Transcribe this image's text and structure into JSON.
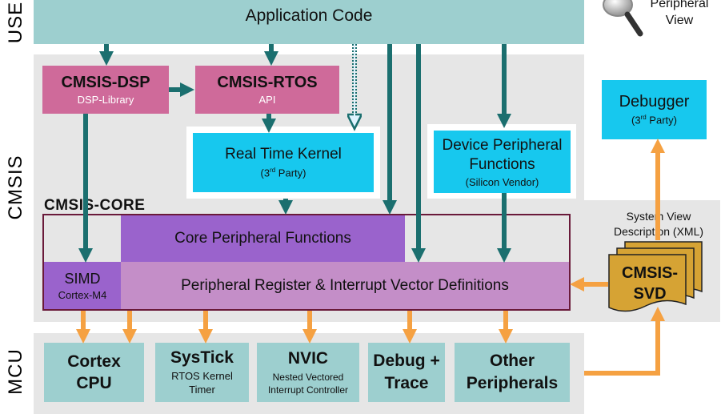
{
  "layers": {
    "use": "USE",
    "cmsis": "CMSIS",
    "mcu": "MCU"
  },
  "app_code": "Application Code",
  "peripheral_view": "Peripheral\nView",
  "cmsis_dsp": {
    "title": "CMSIS-DSP",
    "sub": "DSP-Library"
  },
  "cmsis_rtos": {
    "title": "CMSIS-RTOS",
    "sub": "API"
  },
  "rtk": {
    "title": "Real Time Kernel",
    "sub_pre": "(3",
    "sub_sup": "rd",
    "sub_post": " Party)"
  },
  "dev_periph": {
    "title": "Device Peripheral Functions",
    "sub": "(Silicon Vendor)"
  },
  "debugger": {
    "title": "Debugger",
    "sub_pre": "(3",
    "sub_sup": "rd",
    "sub_post": " Party)"
  },
  "cmsis_core": "CMSIS-CORE",
  "core_periph": "Core Peripheral Functions",
  "simd": {
    "title": "SIMD",
    "sub": "Cortex-M4"
  },
  "periph_reg": "Peripheral Register & Interrupt Vector Definitions",
  "svd_desc": "System View Description (XML)",
  "svd": {
    "title": "CMSIS-SVD"
  },
  "mcu_blocks": {
    "cortex": {
      "title": "Cortex CPU"
    },
    "systick": {
      "title": "SysTick",
      "sub": "RTOS Kernel Timer"
    },
    "nvic": {
      "title": "NVIC",
      "sub": "Nested Vectored Interrupt Controller"
    },
    "debug": {
      "title": "Debug + Trace"
    },
    "other": {
      "title": "Other Peripherals"
    }
  },
  "colors": {
    "teal_box": "#9dcfcf",
    "band": "#e6e6e6",
    "pink": "#cf6a9a",
    "cyan": "#17c8ee",
    "purple": "#9a63cc",
    "light_purple": "#c48ec8",
    "core_border": "#6a1a3a",
    "svd_gold": "#d6a334",
    "teal_arrow": "#1b6f6f",
    "orange_arrow": "#f5a142"
  }
}
